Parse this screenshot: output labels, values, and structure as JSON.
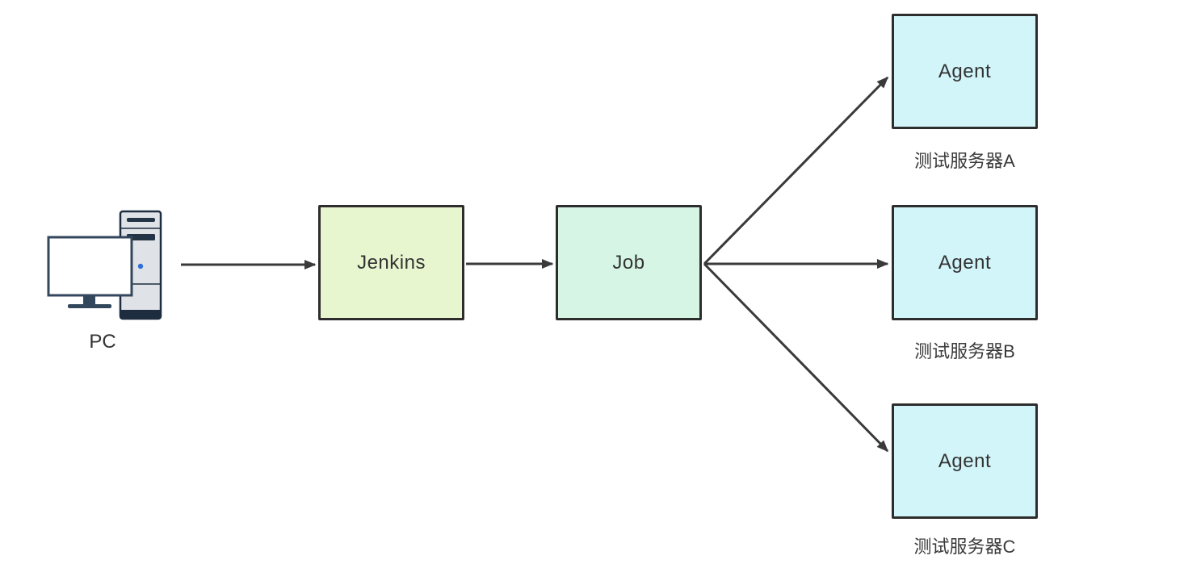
{
  "diagram": {
    "pc": {
      "label": "PC",
      "icon": "desktop-computer-icon"
    },
    "nodes": {
      "jenkins": {
        "label": "Jenkins",
        "fill": "#e8f6d0"
      },
      "job": {
        "label": "Job",
        "fill": "#d6f5e5"
      },
      "agent_a": {
        "label": "Agent",
        "caption": "测试服务器A",
        "fill": "#d2f5fa"
      },
      "agent_b": {
        "label": "Agent",
        "caption": "测试服务器B",
        "fill": "#d2f5fa"
      },
      "agent_c": {
        "label": "Agent",
        "caption": "测试服务器C",
        "fill": "#d2f5fa"
      }
    },
    "edges": [
      {
        "from": "PC",
        "to": "Jenkins"
      },
      {
        "from": "Jenkins",
        "to": "Job"
      },
      {
        "from": "Job",
        "to": "Agent 测试服务器A"
      },
      {
        "from": "Job",
        "to": "Agent 测试服务器B"
      },
      {
        "from": "Job",
        "to": "Agent 测试服务器C"
      }
    ],
    "colors": {
      "background": "#ffffff",
      "node_border": "#2d2d2d",
      "arrow": "#3a3a3a",
      "jenkins_fill": "#e8f6d0",
      "job_fill": "#d6f5e5",
      "agent_fill": "#d2f5fa",
      "text": "#333333"
    }
  }
}
